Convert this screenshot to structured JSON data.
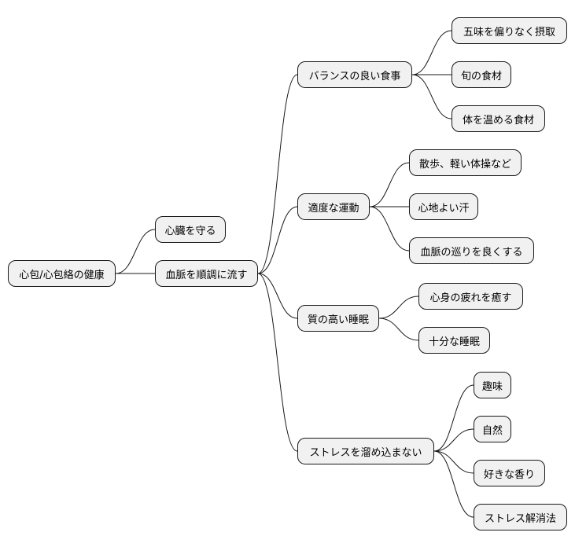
{
  "mindmap": {
    "root": {
      "label": "心包/心包絡の健康",
      "children": [
        {
          "label": "心臓を守る",
          "children": []
        },
        {
          "label": "血脈を順調に流す",
          "children": [
            {
              "label": "バランスの良い食事",
              "children": [
                {
                  "label": "五味を偏りなく摂取"
                },
                {
                  "label": "旬の食材"
                },
                {
                  "label": "体を温める食材"
                }
              ]
            },
            {
              "label": "適度な運動",
              "children": [
                {
                  "label": "散歩、軽い体操など"
                },
                {
                  "label": "心地よい汗"
                },
                {
                  "label": "血脈の巡りを良くする"
                }
              ]
            },
            {
              "label": "質の高い睡眠",
              "children": [
                {
                  "label": "心身の疲れを癒す"
                },
                {
                  "label": "十分な睡眠"
                }
              ]
            },
            {
              "label": "ストレスを溜め込まない",
              "children": [
                {
                  "label": "趣味"
                },
                {
                  "label": "自然"
                },
                {
                  "label": "好きな香り"
                },
                {
                  "label": "ストレス解消法"
                }
              ]
            }
          ]
        }
      ]
    }
  },
  "colors": {
    "node_fill": "#f1f1f1",
    "node_border": "#181818",
    "edge": "#181818",
    "text": "#000000",
    "background": "#ffffff"
  }
}
